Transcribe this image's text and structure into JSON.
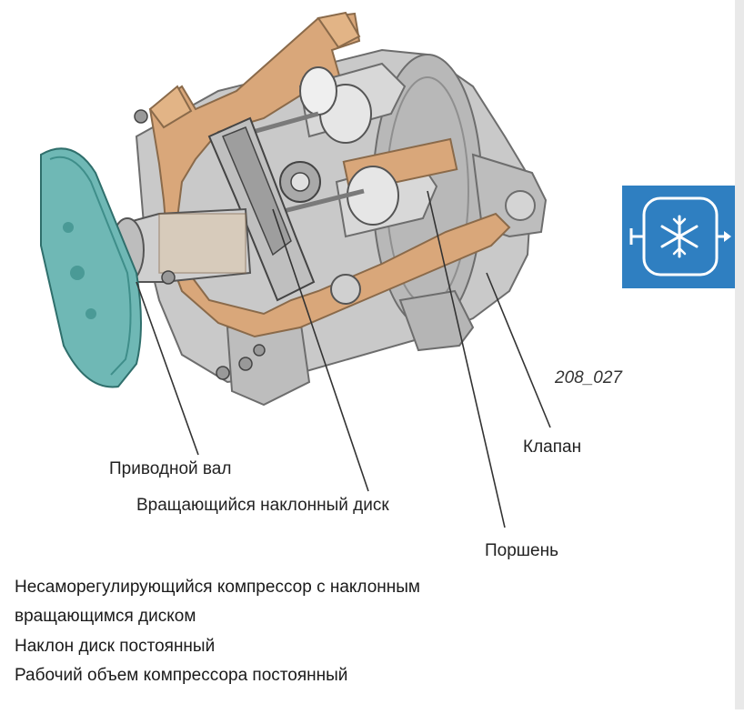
{
  "figure_code": "208_027",
  "labels": {
    "valve": "Клапан",
    "drive_shaft": "Приводной вал",
    "swash_plate": "Вращающийся наклонный диск",
    "piston": "Поршень"
  },
  "caption": [
    "Несаморегулирующийся компрессор с наклонным",
    "вращающимся диском",
    "Наклон диск постоянный",
    "Рабочий объем компрессора постоянный"
  ],
  "icon": {
    "name": "snowflake-ac-icon",
    "background": "#2f7fc1",
    "foreground": "#ffffff"
  },
  "colors": {
    "housing": "#c9c9c9",
    "housing_dark": "#8f8f8f",
    "cutaway": "#d9a77a",
    "pulley": "#6fb8b5",
    "leader": "#333333"
  }
}
